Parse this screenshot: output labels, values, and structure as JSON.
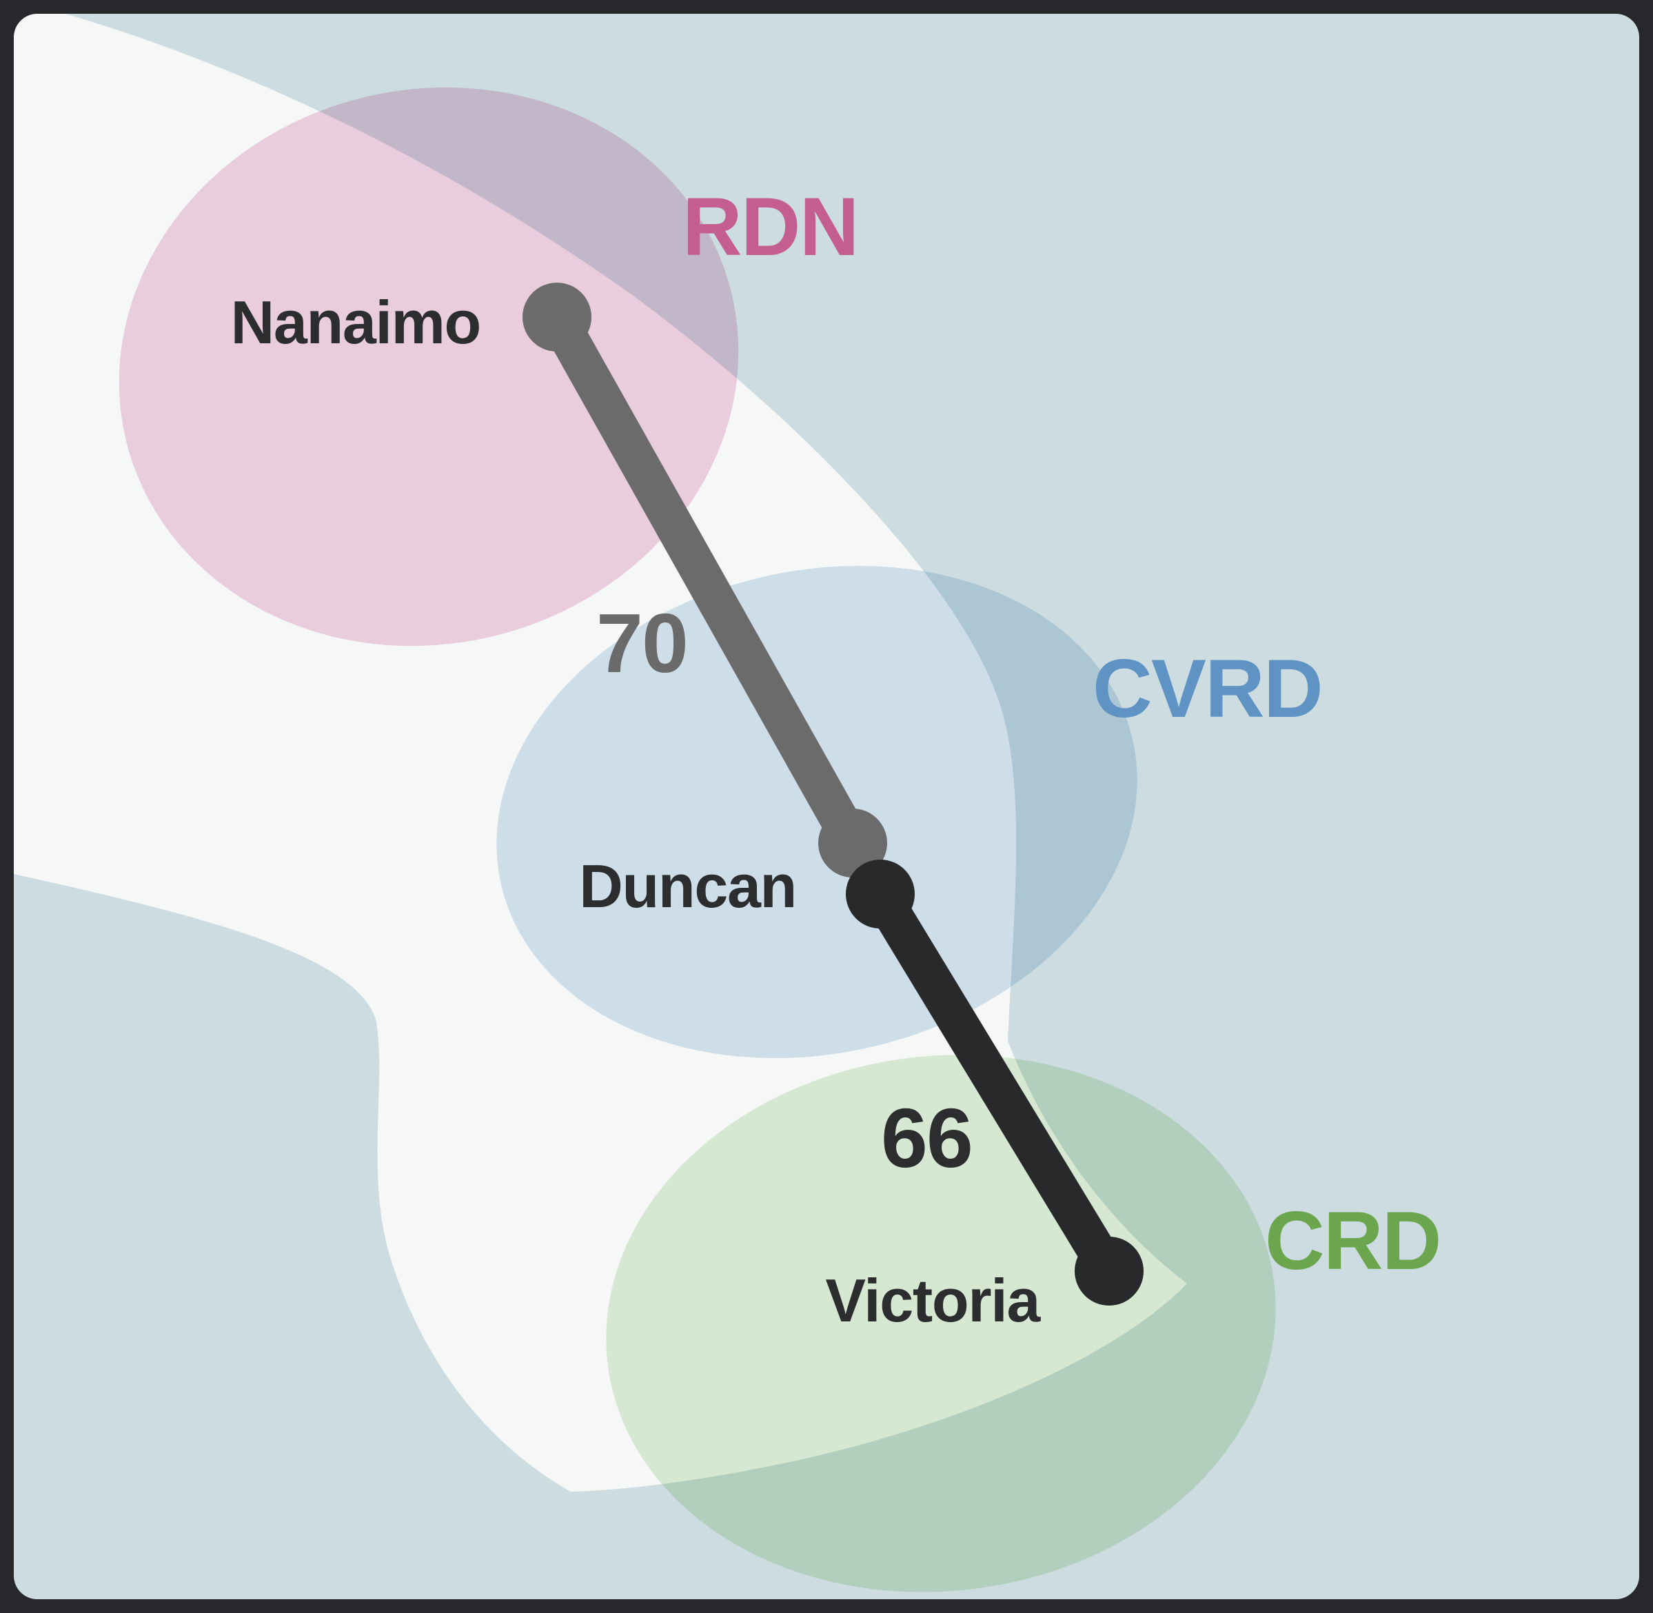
{
  "diagram": {
    "description": "Stylized map of southern Vancouver Island regional districts with route distances",
    "background": {
      "frame_color": "#26282b",
      "water_color": "#cddce1",
      "land_color": "#f6f7f7"
    },
    "regions": [
      {
        "code": "RDN",
        "fill": "#f2d4e3",
        "label_color": "#c45e91"
      },
      {
        "code": "CVRD",
        "fill": "#d6e6f0",
        "label_color": "#5e93c4"
      },
      {
        "code": "CRD",
        "fill": "#def0d8",
        "label_color": "#6ba64f"
      }
    ],
    "cities": [
      {
        "name": "Nanaimo"
      },
      {
        "name": "Duncan"
      },
      {
        "name": "Victoria"
      }
    ],
    "segments": [
      {
        "from": "Nanaimo",
        "to": "Duncan",
        "distance": "70",
        "color": "#6b6b6b"
      },
      {
        "from": "Duncan",
        "to": "Victoria",
        "distance": "66",
        "color": "#27292a"
      }
    ],
    "text_color": "#2b2d2f",
    "distance_gray_color": "#6a6a6a"
  }
}
